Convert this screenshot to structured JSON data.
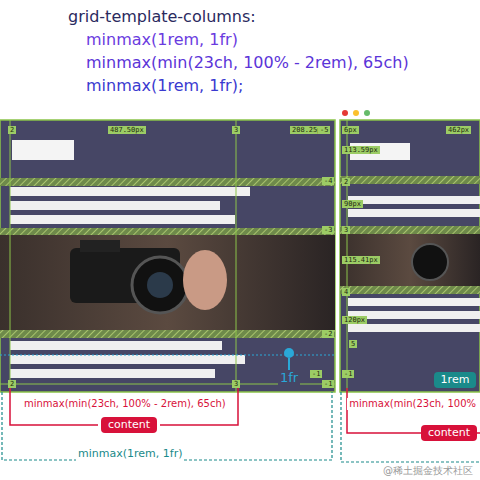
{
  "diagram": {
    "nodes": [
      {
        "text": [
          "content"
        ]
      },
      {
        "text": [
          "content"
        ]
      },
      {
        "text": [
          "1rem"
        ]
      }
    ],
    "labels": [
      "grid-template-columns:",
      "minmax(1rem, 1fr)",
      "minmax(min(23ch, 100% - 2rem), 65ch)",
      "minmax(1rem, 1fr);",
      "2",
      "487.50px",
      "3",
      "208.25px",
      "-5",
      "-4",
      "-3",
      "-2",
      "-1",
      "-1",
      "2",
      "3",
      "6px",
      "462px",
      "113.59px",
      "2",
      "90px",
      "3",
      "115.41px",
      "4",
      "120px",
      "5",
      "-1",
      "minmax(min(23ch, 100% - 2rem), 65ch)",
      "1fr",
      "minmax(1rem, 1fr)",
      "minmax(min(23ch, 100%",
      "@稀土掘金技术社区"
    ]
  }
}
